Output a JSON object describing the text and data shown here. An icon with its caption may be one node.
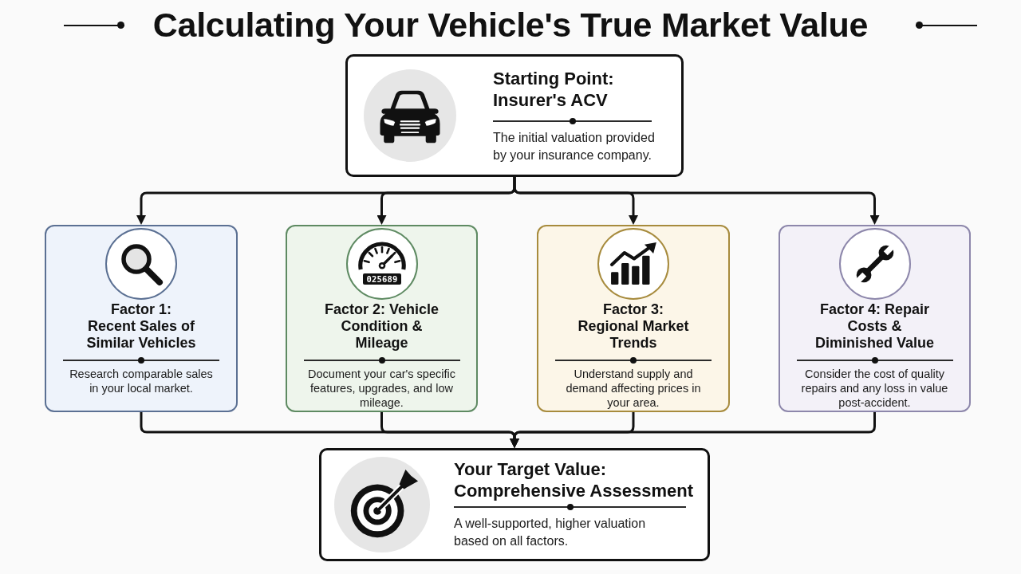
{
  "diagram": {
    "title": "Calculating Your Vehicle's True Market Value",
    "nodes": [
      {
        "text": [
          "Starting Point: Insurer's ACV",
          "The initial valuation provided by your insurance company."
        ]
      },
      {
        "text": [
          "Factor 1: Recent Sales of Similar Vehicles",
          "Research comparable sales in your local market."
        ]
      },
      {
        "text": [
          "Factor 2: Vehicle Condition & Mileage",
          "Document your car's specific features, upgrades, and low mileage."
        ]
      },
      {
        "text": [
          "025689"
        ],
        "in": 2
      },
      {
        "text": [
          "Factor 3: Regional Market Trends",
          "Understand supply and demand affecting prices in your area."
        ]
      },
      {
        "text": [
          "Factor 4: Repair Costs & Diminished Value",
          "Consider the cost of quality repairs and any loss in value post-accident."
        ]
      },
      {
        "text": [
          "Your Target Value: Comprehensive Assessment",
          "A well-supported, higher valuation based on all factors."
        ]
      }
    ],
    "edges": [
      {
        "from": 0,
        "to": 1,
        "arrow": "to"
      },
      {
        "from": 0,
        "to": 2,
        "arrow": "to"
      },
      {
        "from": 0,
        "to": 4,
        "arrow": "to"
      },
      {
        "from": 0,
        "to": 5,
        "arrow": "to"
      },
      {
        "from": 1,
        "to": 6,
        "arrow": "to"
      },
      {
        "from": 2,
        "to": 6,
        "arrow": "to"
      },
      {
        "from": 4,
        "to": 6,
        "arrow": "to"
      },
      {
        "from": 5,
        "to": 6,
        "arrow": "to"
      }
    ]
  }
}
